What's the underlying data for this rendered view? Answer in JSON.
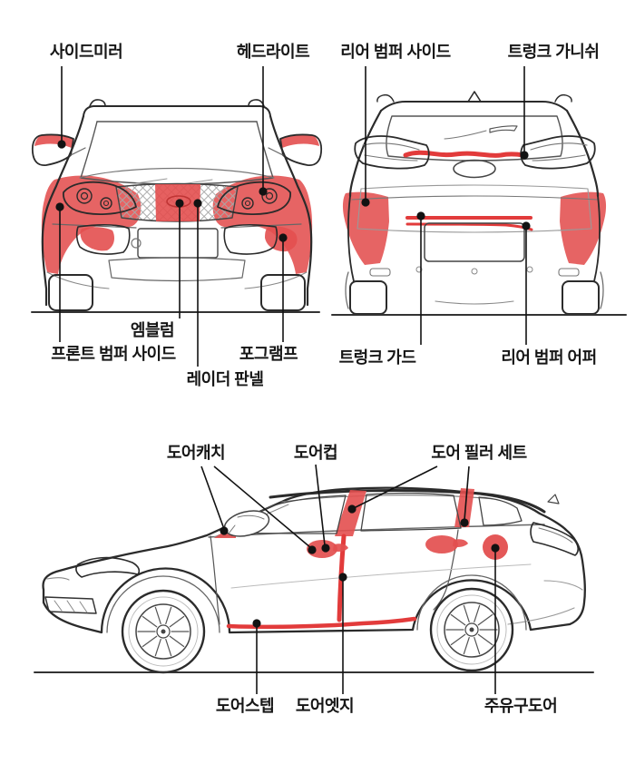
{
  "diagram": {
    "kind": "car-body-protection-parts-diagram",
    "language": "ko"
  },
  "colors": {
    "highlight_red": "#e34f4f",
    "stripe_red": "#e23b3b",
    "outline_dark": "#2b2b2b",
    "leader_black": "#121212"
  },
  "labels": {
    "side_mirror": "사이드미러",
    "headlight": "헤드라이트",
    "rear_bumper_side": "리어 범퍼 사이드",
    "trunk_garnish": "트렁크 가니쉬",
    "emblem": "엠블럼",
    "front_bumper_side": "프론트 범퍼 사이드",
    "fog_lamp": "포그램프",
    "radar_panel": "레이더 판넬",
    "trunk_guard": "트렁크 가드",
    "rear_bumper_upper": "리어 범퍼 어퍼",
    "door_catch": "도어캐치",
    "door_cup": "도어컵",
    "door_pillar_set": "도어 필러 세트",
    "door_step": "도어스텝",
    "door_edge": "도어엣지",
    "fuel_door": "주유구도어"
  }
}
